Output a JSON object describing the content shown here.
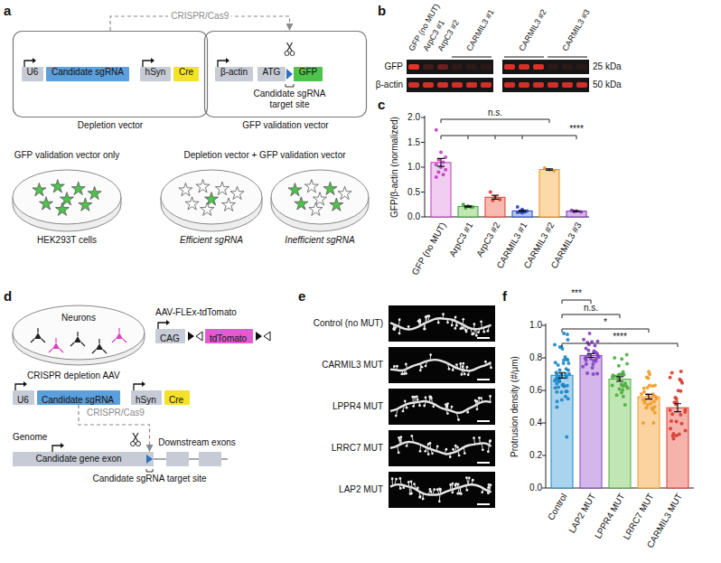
{
  "diagram": {
    "nodes": [
      {
        "text": [
          "Depletion vector"
        ]
      },
      {
        "text": [
          "U6"
        ],
        "in": 0
      },
      {
        "text": [
          "Candidate sgRNA"
        ],
        "in": 0
      },
      {
        "text": [
          "hSyn"
        ],
        "in": 0
      },
      {
        "text": [
          "Cre"
        ],
        "in": 0
      },
      {
        "text": [
          "GFP validation vector"
        ]
      },
      {
        "text": [
          "β-actin"
        ],
        "in": 5
      },
      {
        "text": [
          "ATG"
        ],
        "in": 5
      },
      {
        "text": [
          "GFP"
        ],
        "in": 5
      },
      {
        "text": [
          "HEK293T cells"
        ]
      },
      {
        "text": [
          "Efficient sgRNA"
        ]
      },
      {
        "text": [
          "Inefficient sgRNA"
        ]
      },
      {
        "text": [
          "Neurons"
        ]
      },
      {
        "text": [
          "CAG"
        ]
      },
      {
        "text": [
          "tdTomato"
        ]
      },
      {
        "text": [
          "U6"
        ]
      },
      {
        "text": [
          "Candidate sgRNA"
        ]
      },
      {
        "text": [
          "hSyn"
        ]
      },
      {
        "text": [
          "Cre"
        ]
      },
      {
        "text": [
          "Candidate gene exon"
        ]
      }
    ],
    "edges": [
      {
        "from": 0,
        "to": 5,
        "label": "CRISPR/Cas9",
        "arrow": "to"
      },
      {
        "from": 16,
        "to": 19,
        "label": "CRISPR/Cas9",
        "arrow": "to"
      }
    ],
    "labels": [
      "a",
      "b",
      "c",
      "d",
      "e",
      "f",
      "Candidate sgRNA target site",
      "GFP validation vector only",
      "Depletion vector + GFP validation vector",
      "GFP (no MUT)",
      "ArpC3 #1",
      "ArpC3 #2",
      "CARMIL3 #1",
      "CARMIL3 #2",
      "CARMIL3 #3",
      "GFP",
      "β-actin",
      "25 kDa",
      "50 kDa",
      "GFP/β-actin (normalized)",
      "0.0",
      "0.5",
      "1.0",
      "1.5",
      "2.0",
      "n.s.",
      "****",
      "GFP (no MUT)",
      "ArpC3 #1",
      "ArpC3 #2",
      "CARMIL3 #1",
      "CARMIL3 #2",
      "CARMIL3 #3",
      "AAV-FLEx-tdTomato",
      "CRISPR depletion AAV",
      "Genome",
      "Downstream exons",
      "Candidate sgRNA target site",
      "Control (no MUT)",
      "CARMIL3 MUT",
      "LPPR4 MUT",
      "LRRC7 MUT",
      "LAP2 MUT",
      "Protrusion density (#/μm)",
      "0.0",
      "0.2",
      "0.4",
      "0.6",
      "0.8",
      "1.0",
      "***",
      "n.s.",
      "*",
      "****",
      "Control",
      "LAP2 MUT",
      "LPPR4 MUT",
      "LRRC7 MUT",
      "CARMIL3 MUT"
    ]
  }
}
